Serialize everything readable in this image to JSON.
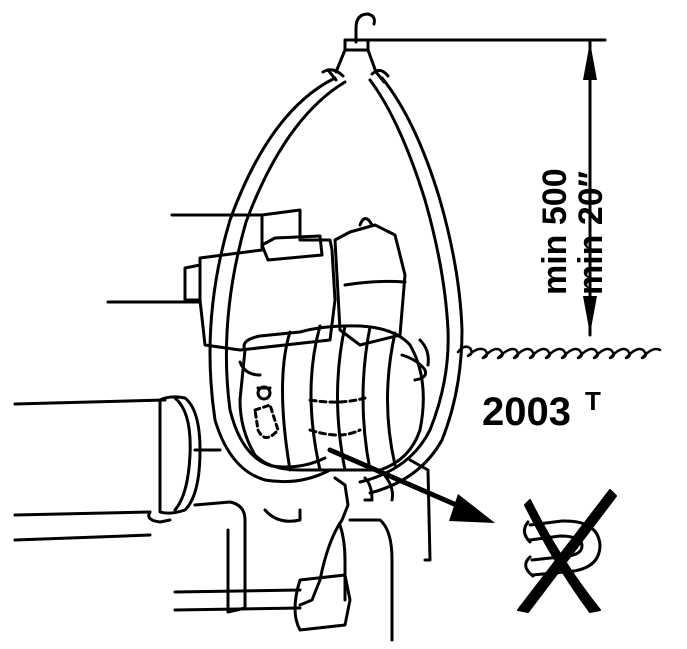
{
  "labels": {
    "height_metric": "min 500",
    "height_imperial": "min 20″",
    "model_number": "2003",
    "model_suffix": "T"
  },
  "icons": {
    "forbidden": "crossed-out-u-bend-hose-icon",
    "pointer": "arrow-icon",
    "water": "water-surface-wave-icon"
  },
  "colors": {
    "ink": "#000000",
    "paper": "#ffffff"
  }
}
